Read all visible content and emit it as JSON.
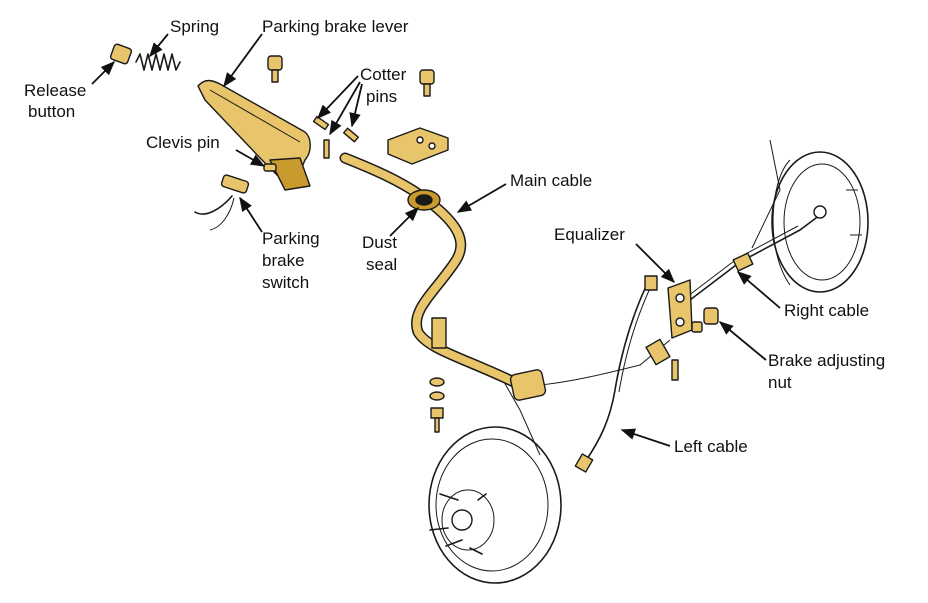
{
  "colors": {
    "part_fill": "#e8c56a",
    "part_shade": "#c99a2e",
    "outline": "#1a1a1a",
    "background": "#ffffff"
  },
  "labels": {
    "spring": "Spring",
    "parking_brake_lever": "Parking brake lever",
    "release_button_line1": "Release",
    "release_button_line2": "button",
    "cotter_pins_line1": "Cotter",
    "cotter_pins_line2": "pins",
    "clevis_pin": "Clevis pin",
    "main_cable": "Main cable",
    "parking_brake_switch_line1": "Parking",
    "parking_brake_switch_line2": "brake",
    "parking_brake_switch_line3": "switch",
    "dust_seal_line1": "Dust",
    "dust_seal_line2": "seal",
    "equalizer": "Equalizer",
    "right_cable": "Right cable",
    "brake_adjusting_nut_line1": "Brake adjusting",
    "brake_adjusting_nut_line2": "nut",
    "left_cable": "Left cable"
  }
}
